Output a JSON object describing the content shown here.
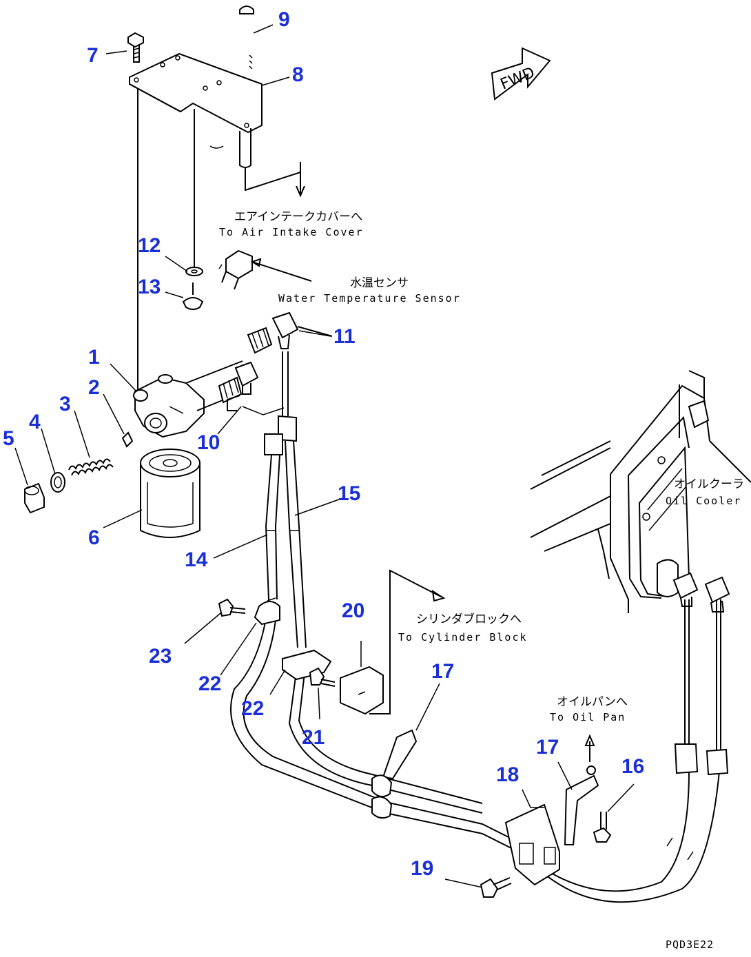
{
  "diagram": {
    "part_numbers": [
      {
        "id": "1",
        "label": "1"
      },
      {
        "id": "2",
        "label": "2"
      },
      {
        "id": "3",
        "label": "3"
      },
      {
        "id": "4",
        "label": "4"
      },
      {
        "id": "5",
        "label": "5"
      },
      {
        "id": "6",
        "label": "6"
      },
      {
        "id": "7",
        "label": "7"
      },
      {
        "id": "8",
        "label": "8"
      },
      {
        "id": "9",
        "label": "9"
      },
      {
        "id": "10",
        "label": "10"
      },
      {
        "id": "11",
        "label": "11"
      },
      {
        "id": "12",
        "label": "12"
      },
      {
        "id": "13",
        "label": "13"
      },
      {
        "id": "14",
        "label": "14"
      },
      {
        "id": "15",
        "label": "15"
      },
      {
        "id": "16",
        "label": "16"
      },
      {
        "id": "17a",
        "label": "17"
      },
      {
        "id": "17b",
        "label": "17"
      },
      {
        "id": "18",
        "label": "18"
      },
      {
        "id": "19",
        "label": "19"
      },
      {
        "id": "20",
        "label": "20"
      },
      {
        "id": "21",
        "label": "21"
      },
      {
        "id": "22a",
        "label": "22"
      },
      {
        "id": "22b",
        "label": "22"
      },
      {
        "id": "23",
        "label": "23"
      }
    ],
    "callouts": {
      "air_intake": {
        "jp": "エアインテークカバーへ",
        "en": "To Air Intake Cover"
      },
      "water_temp": {
        "jp": "水温センサ",
        "en": "Water Temperature Sensor"
      },
      "oil_cooler": {
        "jp": "オイルクーラ",
        "en": "Oil Cooler"
      },
      "cylinder_block": {
        "jp": "シリンダブロックへ",
        "en": "To Cylinder Block"
      },
      "oil_pan": {
        "jp": "オイルパンへ",
        "en": "To Oil Pan"
      }
    },
    "forward_marker": "FWD",
    "drawing_code": "PQD3E22"
  }
}
